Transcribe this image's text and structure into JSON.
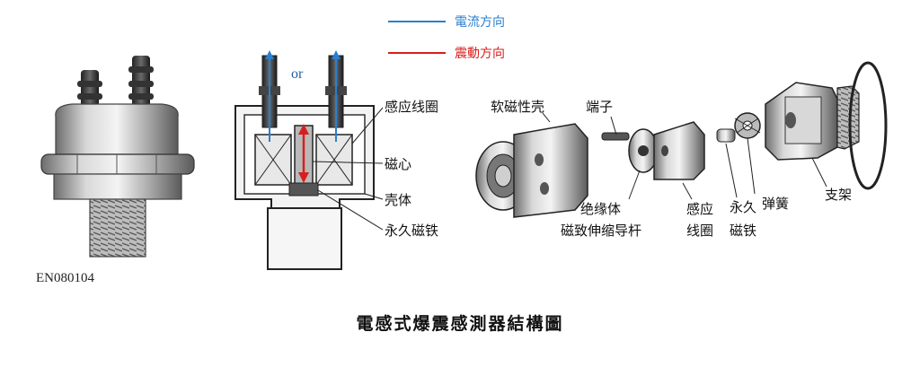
{
  "legend": {
    "current_label": "電流方向",
    "vibration_label": "震動方向",
    "current_color": "#2a7fd0",
    "vibration_color": "#d81e1e"
  },
  "figure_code": "EN080104",
  "or_label": "or",
  "section_labels": {
    "sensing_coil": "感应线圈",
    "magnetic_core": "磁心",
    "housing": "壳体",
    "permanent_magnet": "永久磁铁"
  },
  "exploded_labels": {
    "soft_magnetic_shell": "软磁性壳",
    "terminal": "端子",
    "insulator": "绝缘体",
    "magnetostrictive_rod": "磁致伸缩导杆",
    "sensing_coil_line1": "感应",
    "sensing_coil_line2": "线圈",
    "permanent_magnet_line1": "永久",
    "permanent_magnet_line2": "磁铁",
    "spring": "弹簧",
    "bracket": "支架"
  },
  "caption": "電感式爆震感測器結構圖"
}
